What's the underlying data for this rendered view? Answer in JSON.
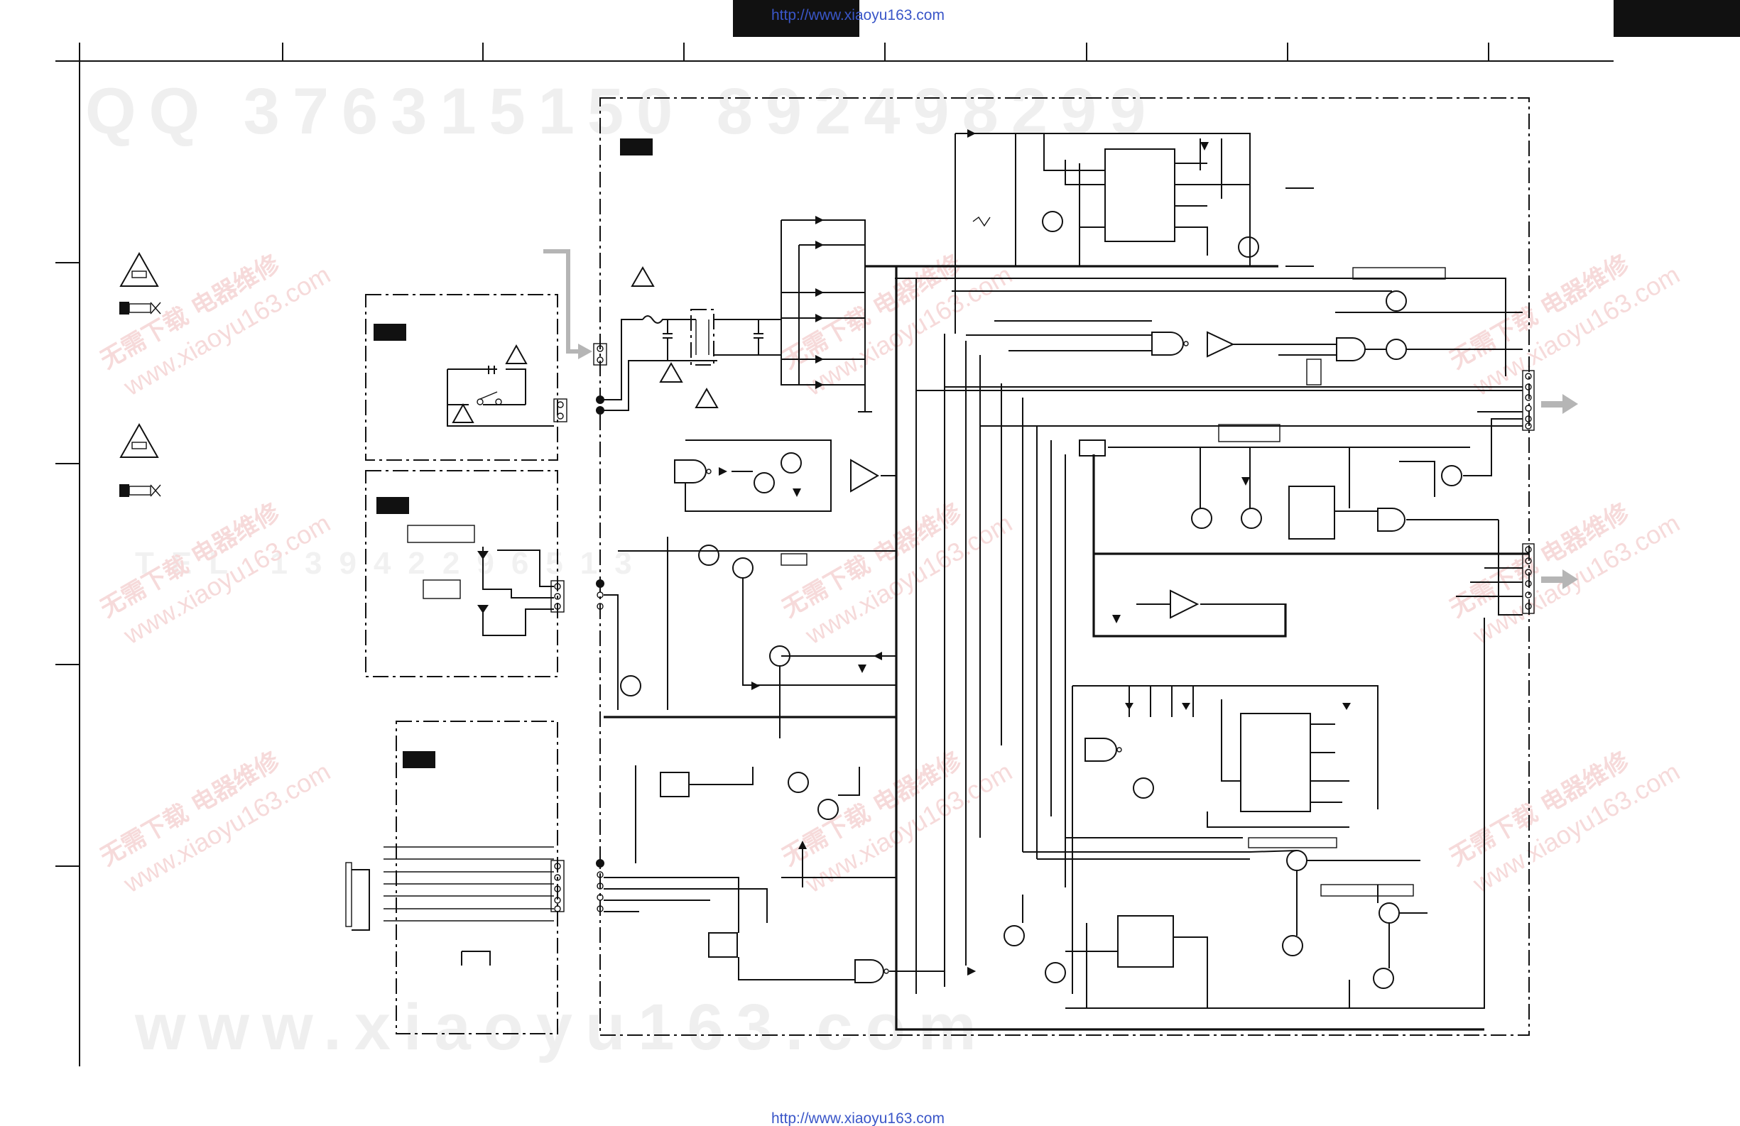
{
  "header": {
    "url_top": "http://www.xiaoyu163.com",
    "url_bottom": "http://www.xiaoyu163.com"
  },
  "watermarks": {
    "qq_line": "QQ 376315150 892498299",
    "phone_line": "TEL 13942296513",
    "site_line": "www.xiaoyu163.com",
    "chinese_tag": "无需下载 电器维修",
    "site_diag": "www.xiaoyu163.com"
  },
  "colors": {
    "ink": "#111111",
    "link": "#3a56c8",
    "arrow": "#b5b5b5",
    "watermark_red": "#f6dada",
    "watermark_gray": "#efefef"
  }
}
